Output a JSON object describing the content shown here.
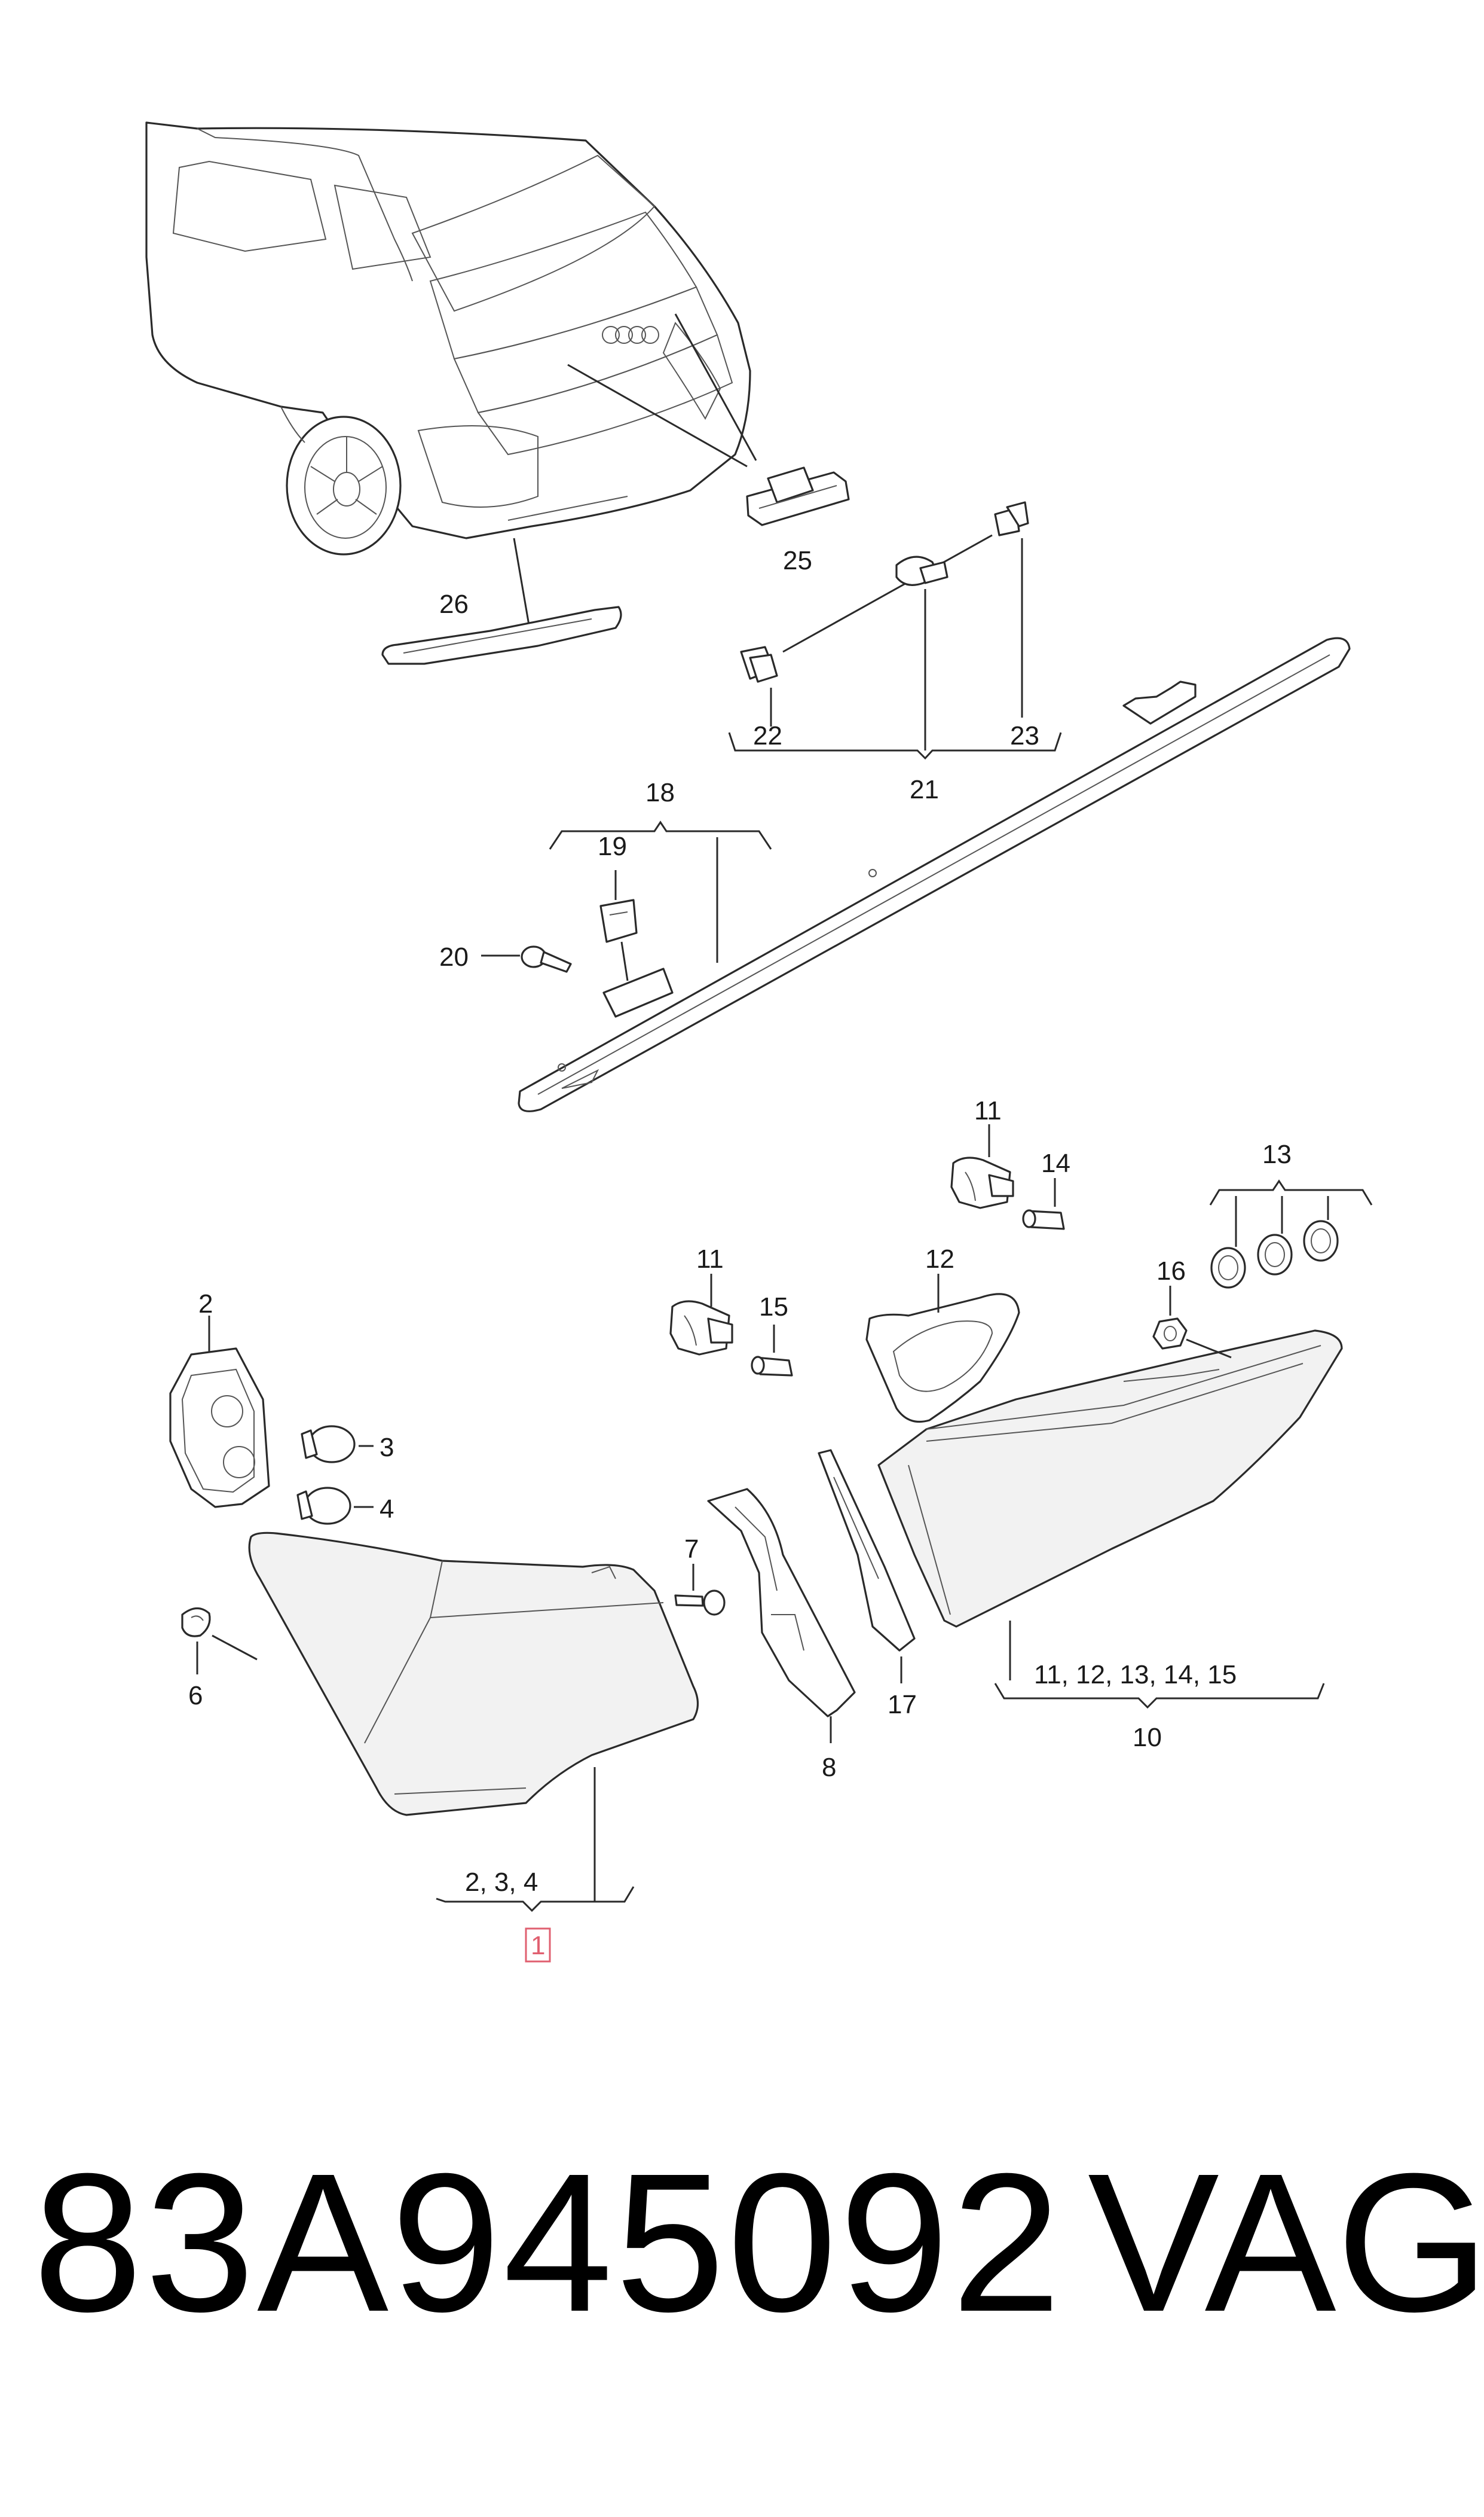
{
  "diagram": {
    "callouts": {
      "c1": "1",
      "c2": "2",
      "c3": "3",
      "c4": "4",
      "c6": "6",
      "c7": "7",
      "c8": "8",
      "c10": "10",
      "c11a": "11",
      "c11b": "11",
      "c12": "12",
      "c13": "13",
      "c14": "14",
      "c15": "15",
      "c16": "16",
      "c17": "17",
      "c18": "18",
      "c19": "19",
      "c20": "20",
      "c21": "21",
      "c22": "22",
      "c23": "23",
      "c25": "25",
      "c26": "26"
    },
    "groups": {
      "g234": "2, 3, 4",
      "g1112": "11, 12, 13, 14, 15"
    },
    "highlight_color": "#e06070"
  },
  "footer": {
    "part_number": "83A945092",
    "brand": "VAG"
  }
}
